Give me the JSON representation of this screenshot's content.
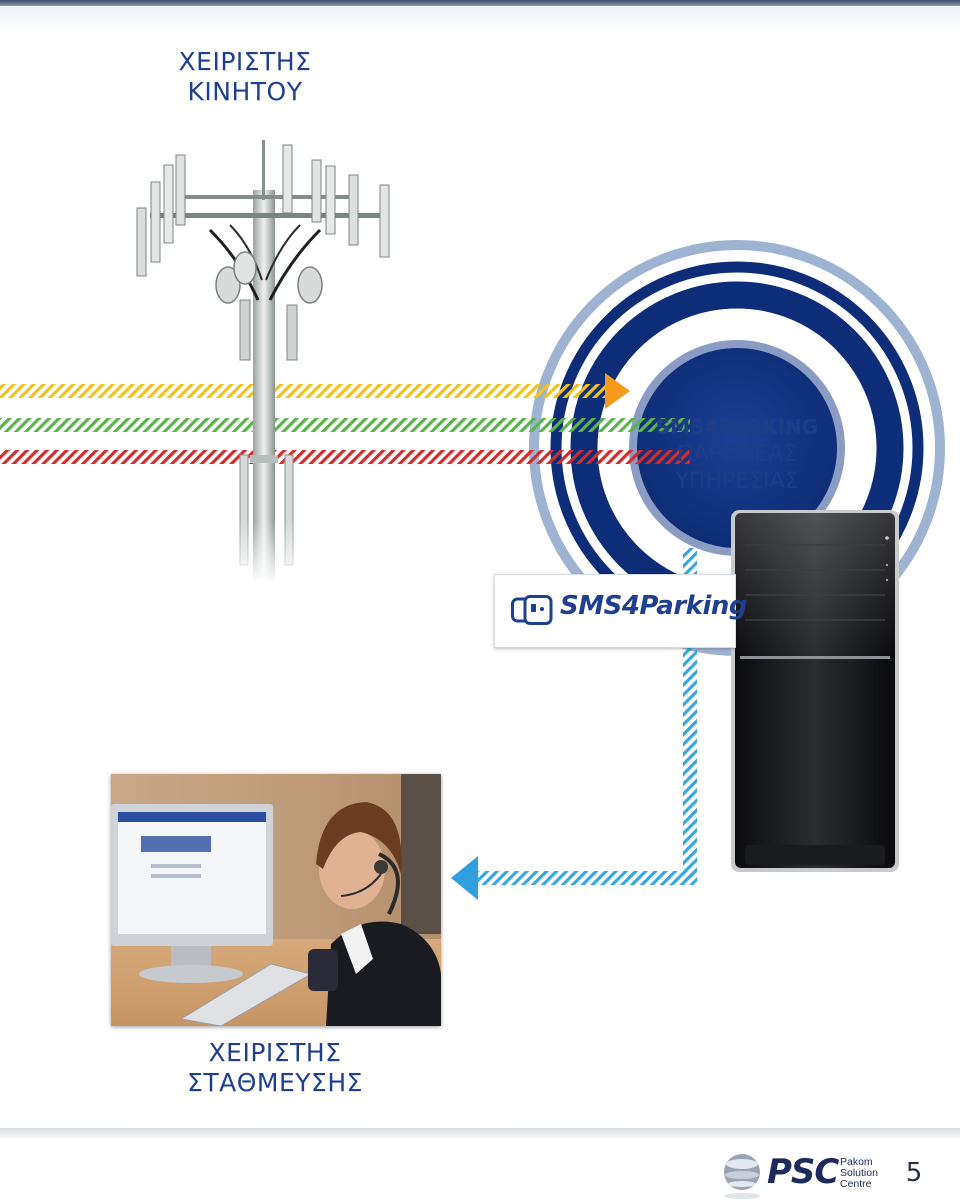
{
  "mobile_operator": {
    "line1": "ΧΕΙΡΙΣΤΗΣ",
    "line2": "ΚΙΝΗΤΟΥ"
  },
  "service_provider": {
    "line1": "SMS4PARKING",
    "line2": "ΠΑΡΟΧΕΑΣ",
    "line3": "ΥΠΗΡΕΣΙΑΣ"
  },
  "parking_operator": {
    "line1": "ΧΕΙΡΙΣΤΗΣ",
    "line2": "ΣΤΑΘΜΕΥΣΗΣ"
  },
  "logo": {
    "text": "SMS4Parking"
  },
  "footer": {
    "brand": "PSC",
    "brand_sub": [
      "Pakom",
      "Solution",
      "Centre"
    ],
    "page_number": "5"
  },
  "colors": {
    "brand_blue": "#1f3f8f",
    "dark_navy": "#0d2d78",
    "ring_light": "#9eb3d1",
    "stripe_yellow": "#f2c21c",
    "stripe_green": "#5ab44a",
    "stripe_red": "#d12d2d",
    "stripe_cyan": "#39a6e0",
    "arrow_orange": "#f59b1c"
  }
}
